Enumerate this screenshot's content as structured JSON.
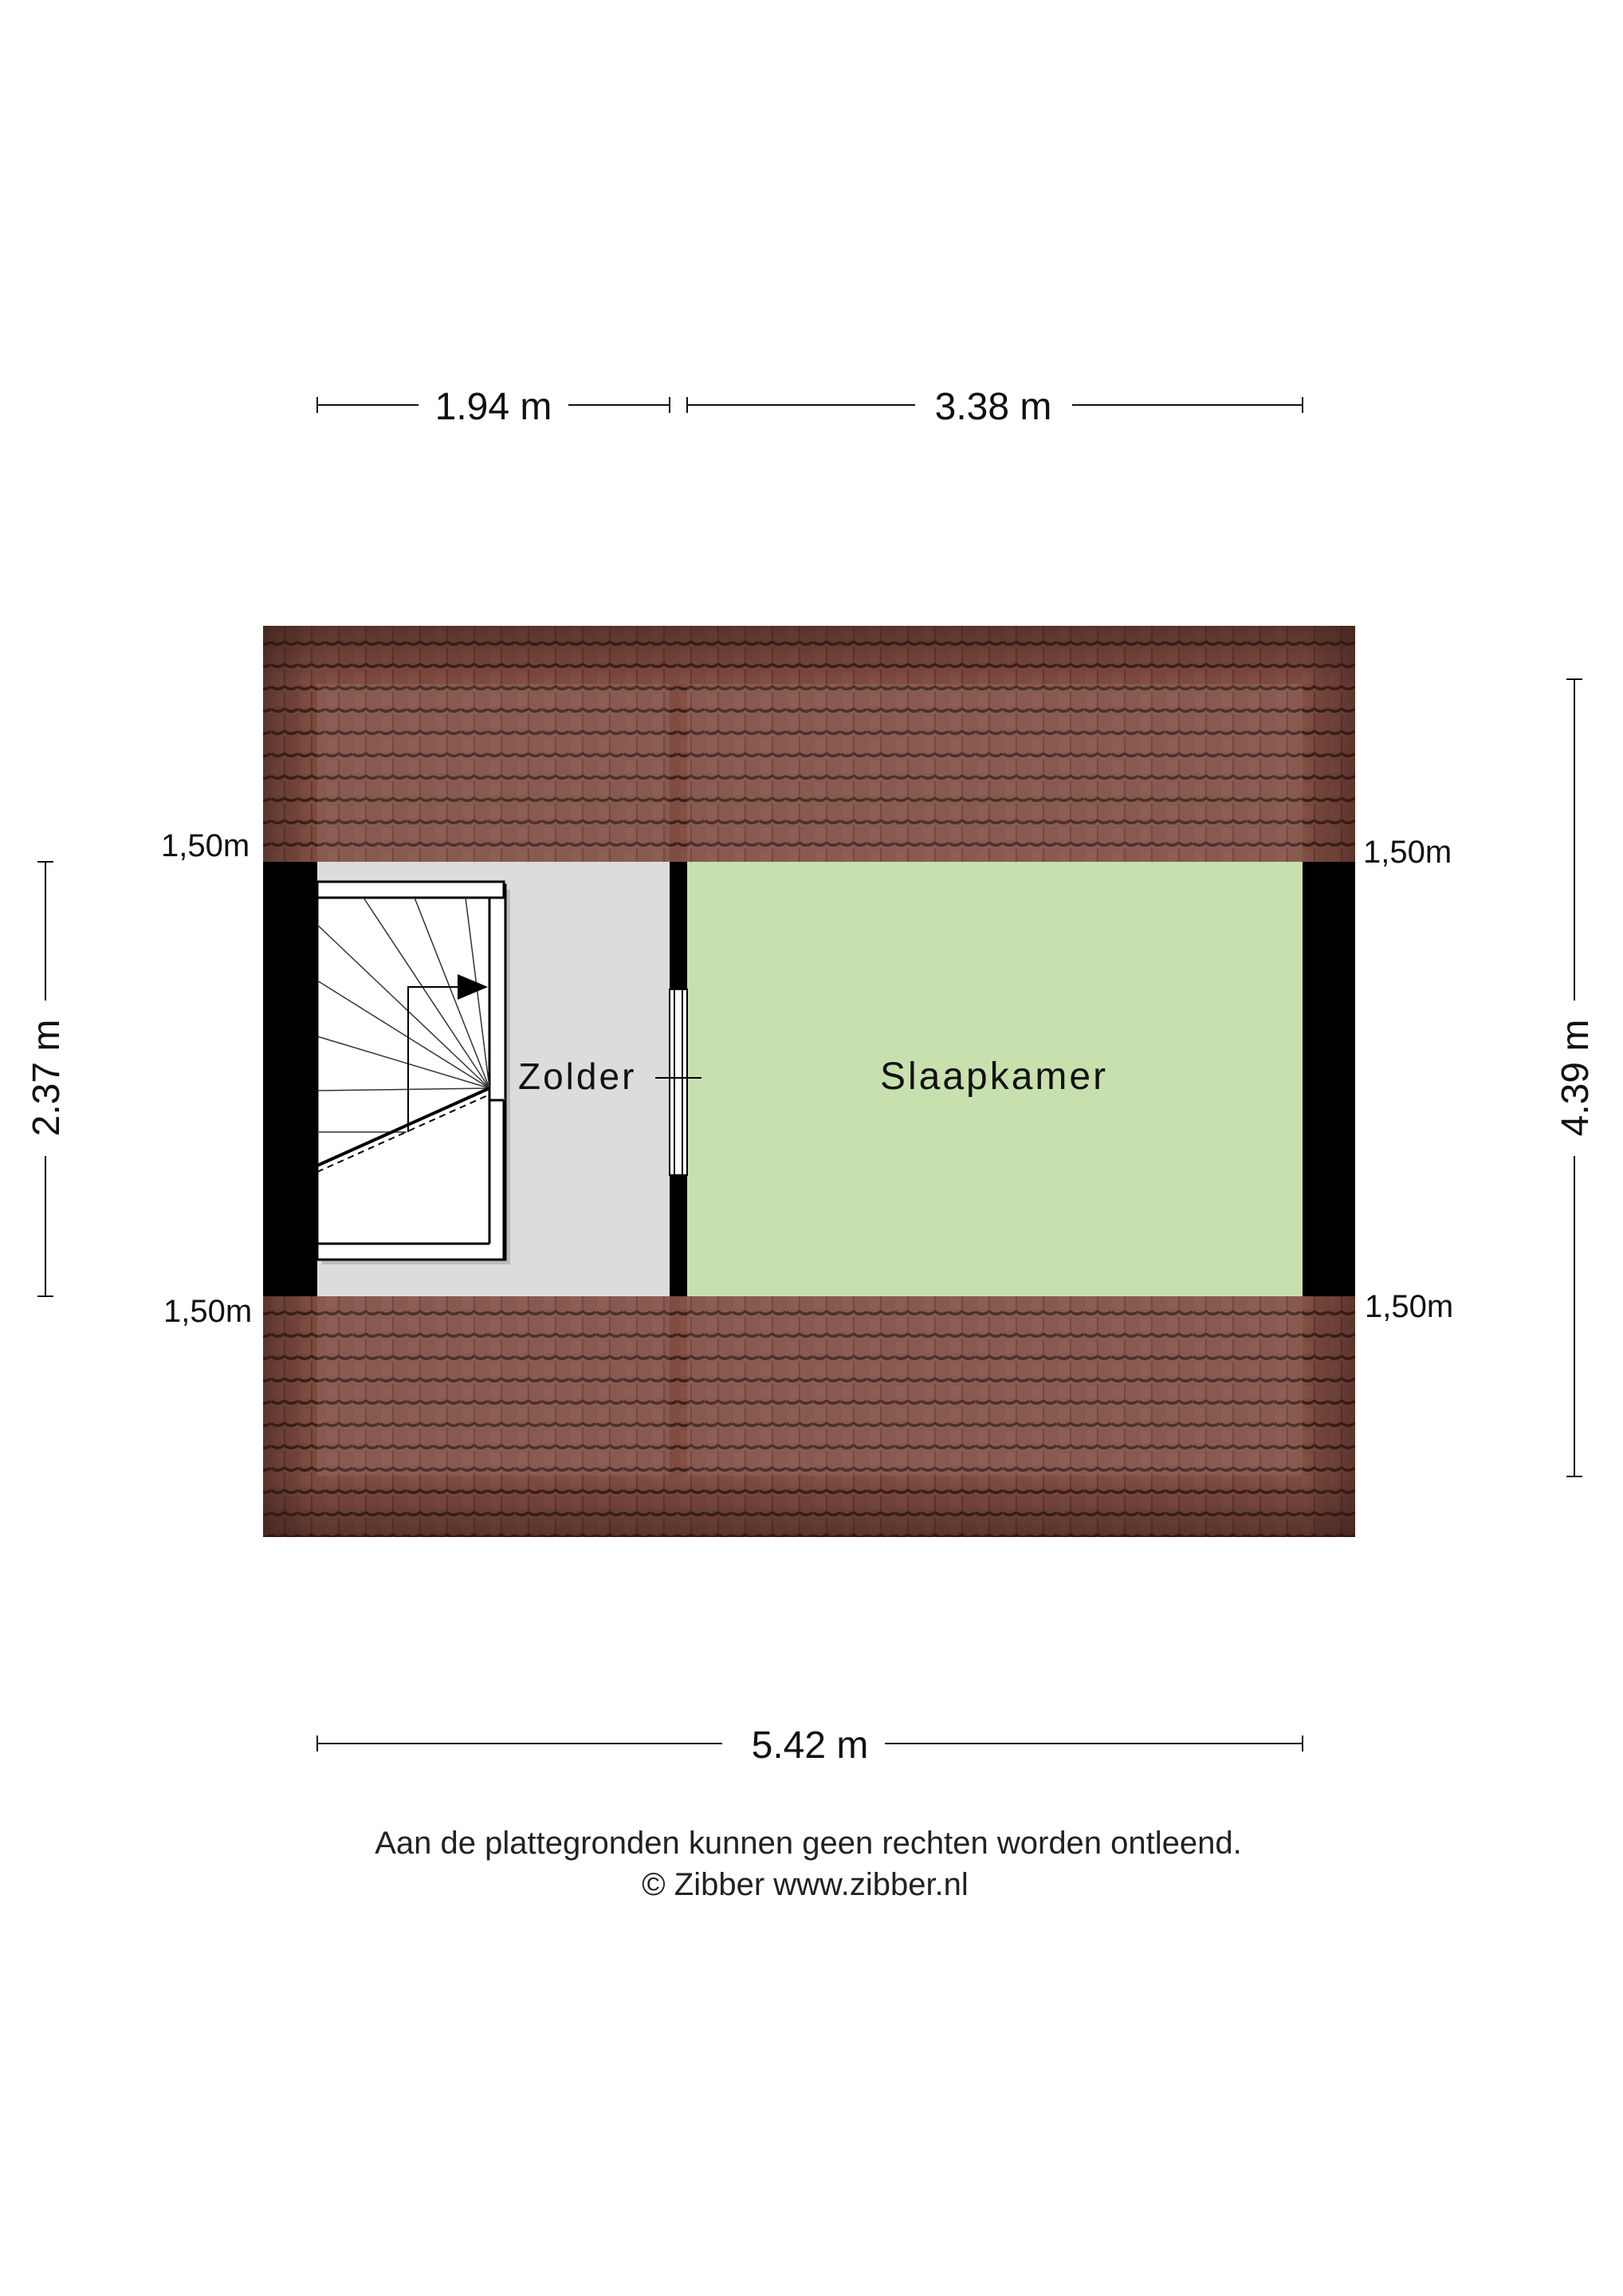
{
  "dimensions": {
    "top_left": "1.94 m",
    "top_right": "3.38 m",
    "bottom": "5.42 m",
    "left": "2.37 m",
    "right": "4.39 m"
  },
  "heights": {
    "top_left": "1,50m",
    "top_right": "1,50m",
    "bottom_left": "1,50m",
    "bottom_right": "1,50m"
  },
  "rooms": {
    "attic": "Zolder",
    "bedroom": "Slaapkamer"
  },
  "footer": {
    "disclaimer": "Aan de plattegronden kunnen geen rechten worden ontleend.",
    "copyright": "© Zibber www.zibber.nl"
  },
  "colors": {
    "roof_tile": "#7e4c40",
    "roof_tile_dark": "#4a2820",
    "attic_floor": "#dcdcdc",
    "bedroom_floor": "#c8e0ae",
    "wall": "#000000"
  }
}
